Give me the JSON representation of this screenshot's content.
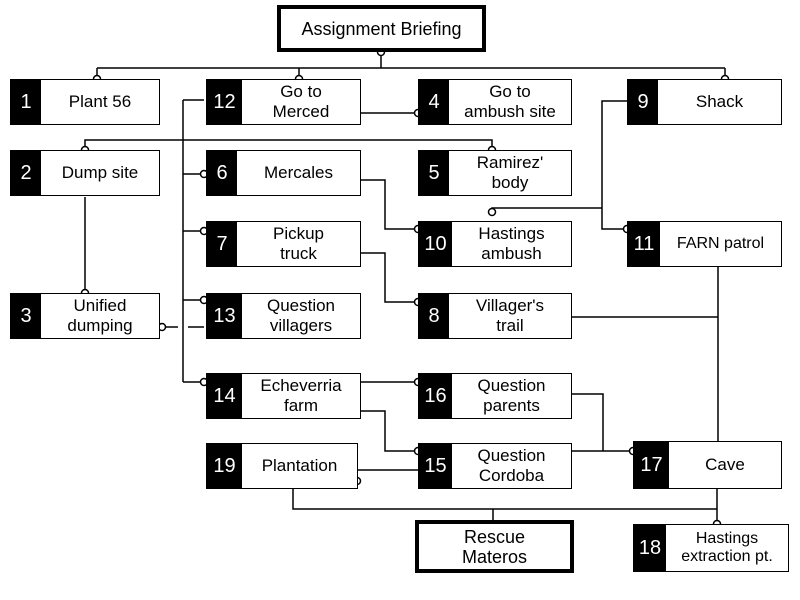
{
  "title": "Assignment Briefing",
  "nodes": {
    "n1": {
      "num": "1",
      "label": "Plant 56"
    },
    "n2": {
      "num": "2",
      "label": "Dump site"
    },
    "n3": {
      "num": "3",
      "label": "Unified\ndumping"
    },
    "n4": {
      "num": "4",
      "label": "Go to\nambush site"
    },
    "n5": {
      "num": "5",
      "label": "Ramirez'\nbody"
    },
    "n6": {
      "num": "6",
      "label": "Mercales"
    },
    "n7": {
      "num": "7",
      "label": "Pickup\ntruck"
    },
    "n8": {
      "num": "8",
      "label": "Villager's\ntrail"
    },
    "n9": {
      "num": "9",
      "label": "Shack"
    },
    "n10": {
      "num": "10",
      "label": "Hastings\nambush"
    },
    "n11": {
      "num": "11",
      "label": "FARN patrol"
    },
    "n12": {
      "num": "12",
      "label": "Go to\nMerced"
    },
    "n13": {
      "num": "13",
      "label": "Question\nvillagers"
    },
    "n14": {
      "num": "14",
      "label": "Echeverria\nfarm"
    },
    "n15": {
      "num": "15",
      "label": "Question\nCordoba"
    },
    "n16": {
      "num": "16",
      "label": "Question\nparents"
    },
    "n17": {
      "num": "17",
      "label": "Cave"
    },
    "n18": {
      "num": "18",
      "label": "Hastings\nextraction pt."
    },
    "n19": {
      "num": "19",
      "label": "Plantation"
    }
  },
  "goal": "Rescue\nMateros"
}
